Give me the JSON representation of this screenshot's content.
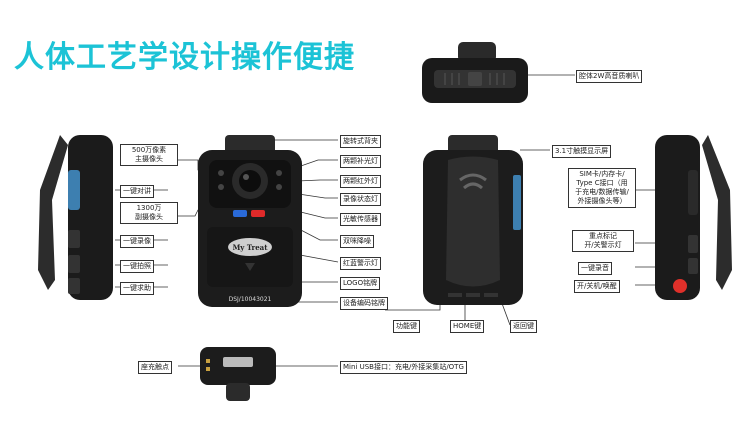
{
  "title": "人体工艺学设计操作便捷",
  "labels": {
    "speaker": "腔体2W高音质喇叭",
    "camera_main": "500万像素\n主摄像头",
    "ptt": "一键对讲",
    "camera_sub": "1300万\n副摄像头",
    "record": "一键录像",
    "photo": "一键拍照",
    "sos": "一键求助",
    "clip": "旋转式背夹",
    "fill_light": "两颗补光灯",
    "ir_light": "两颗红外灯",
    "rec_status": "录像状态灯",
    "light_sensor": "光敏传感器",
    "dual_mic": "双咪降噪",
    "rb_light": "红蓝警示灯",
    "logo": "LOGO铭牌",
    "serial_plate": "设备编码铭牌",
    "touchscreen": "3.1寸触摸显示屏",
    "ports": "SIM卡/内存卡/\nType C接口（用\n于充电/数据传输/\n外接摄像头等）",
    "mark": "重点标记\n开/关警示灯",
    "audio": "一键录音",
    "power": "开/关机/唤醒",
    "func_key": "功能键",
    "home_key": "HOME键",
    "back_key": "返回键",
    "charge_contact": "座充触点",
    "usb": "Mini USB接口：充电/外接采集站/OTG"
  },
  "device": {
    "brand": "My Treat",
    "serial": "DSJ/10043021"
  },
  "colors": {
    "title": "#1cc3d6",
    "blue_light": "#2a6ad8",
    "red_light": "#e02a2a",
    "power_button": "#e0302a"
  },
  "icons": [
    "clip-icon",
    "lens-icon",
    "power-icon",
    "mic-icon"
  ]
}
